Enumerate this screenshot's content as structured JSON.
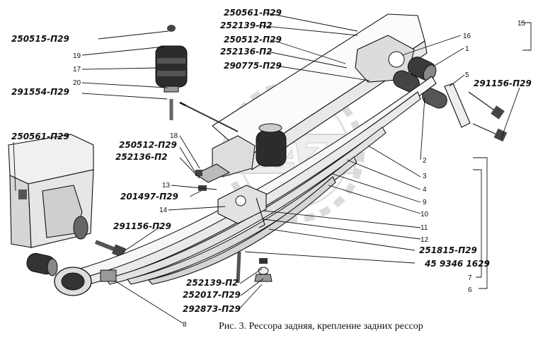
{
  "caption": "Рис. 3. Рессора задняя, крепление задних рессор",
  "watermark_logo": "GAZ",
  "codes": [
    {
      "id": "c1",
      "text": "250561-П29"
    },
    {
      "id": "c2",
      "text": "252139-П2"
    },
    {
      "id": "c3",
      "text": "250512-П29"
    },
    {
      "id": "c4",
      "text": "252136-П2"
    },
    {
      "id": "c5",
      "text": "290775-П29"
    },
    {
      "id": "c6",
      "text": "250515-П29"
    },
    {
      "id": "c7",
      "text": "291554-П29"
    },
    {
      "id": "c8",
      "text": "291156-П29"
    },
    {
      "id": "c9",
      "text": "250561-П29"
    },
    {
      "id": "c10",
      "text": "250512-П29"
    },
    {
      "id": "c11",
      "text": "252136-П2"
    },
    {
      "id": "c12",
      "text": "201497-П29"
    },
    {
      "id": "c13",
      "text": "291156-П29"
    },
    {
      "id": "c14",
      "text": "251815-П29"
    },
    {
      "id": "c15",
      "text": "45 9346 1629"
    },
    {
      "id": "c16",
      "text": "252139-П2"
    },
    {
      "id": "c17",
      "text": "252017-П29"
    },
    {
      "id": "c18",
      "text": "292873-П29"
    }
  ],
  "numbers": [
    {
      "id": "n15",
      "text": "15"
    },
    {
      "id": "n16",
      "text": "16"
    },
    {
      "id": "n1",
      "text": "1"
    },
    {
      "id": "n5",
      "text": "5"
    },
    {
      "id": "n19",
      "text": "19"
    },
    {
      "id": "n17",
      "text": "17"
    },
    {
      "id": "n20",
      "text": "20"
    },
    {
      "id": "n18",
      "text": "18"
    },
    {
      "id": "n13",
      "text": "13"
    },
    {
      "id": "n14",
      "text": "14"
    },
    {
      "id": "n2",
      "text": "2"
    },
    {
      "id": "n3",
      "text": "3"
    },
    {
      "id": "n4",
      "text": "4"
    },
    {
      "id": "n9",
      "text": "9"
    },
    {
      "id": "n10",
      "text": "10"
    },
    {
      "id": "n11",
      "text": "11"
    },
    {
      "id": "n12",
      "text": "12"
    },
    {
      "id": "n7",
      "text": "7"
    },
    {
      "id": "n6",
      "text": "6"
    },
    {
      "id": "n8",
      "text": "8"
    }
  ]
}
